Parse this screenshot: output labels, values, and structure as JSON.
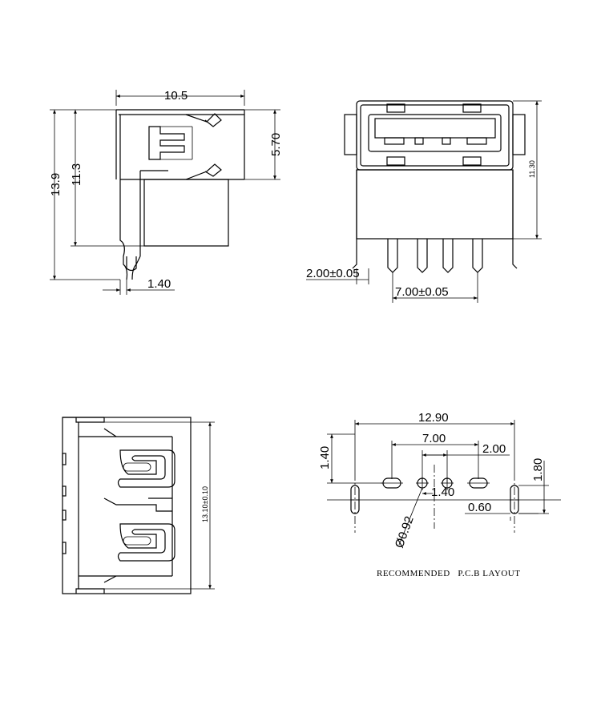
{
  "side_view": {
    "width": "10.5",
    "total_height": "13.9",
    "body_height": "11.3",
    "shell_height": "5.70",
    "pin_offset": "1.40"
  },
  "front_view": {
    "pin_edge": "2.00±0.05",
    "pin_span": "7.00±0.05",
    "height": "11.30"
  },
  "top_view": {
    "height": "13.10±0.10"
  },
  "pcb_layout": {
    "overall": "12.90",
    "pin_span": "7.00",
    "pin_pitch": "2.00",
    "pin_row": "1.40",
    "slot_height": "1.80",
    "pin_offset": "1.40",
    "slot_width": "0.60",
    "hole_dia": "Ø0.92",
    "caption": "RECOMMENDED   P.C.B LAYOUT"
  }
}
